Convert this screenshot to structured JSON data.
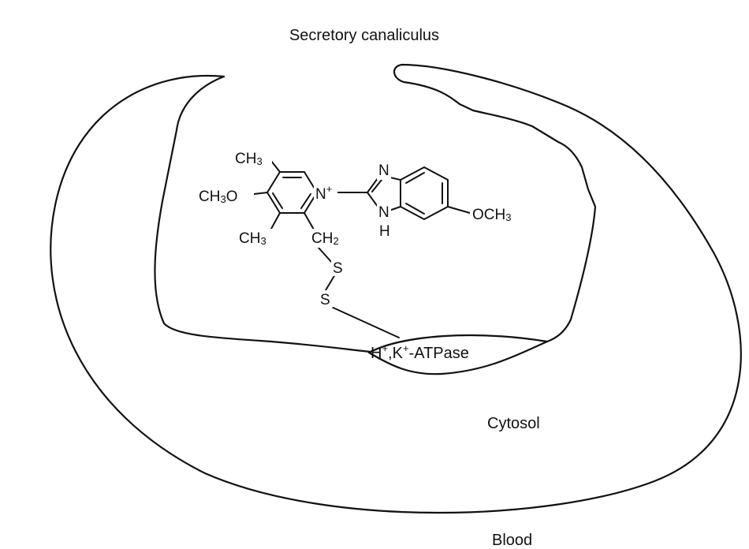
{
  "labels": {
    "secretory_canaliculus": "Secretory canaliculus",
    "cytosol": "Cytosol",
    "blood": "Blood",
    "enzyme": {
      "h": "H",
      "h_charge": "+",
      "sep": ",K",
      "k_charge": "+",
      "name": "-ATPase"
    }
  },
  "molecule": {
    "ch3_top": {
      "main": "CH",
      "sub": "3"
    },
    "och3_left": {
      "main": "CH",
      "sub": "3",
      "tail": "O"
    },
    "ch3_bottom": {
      "main": "CH",
      "sub": "3"
    },
    "ch2": {
      "main": "CH",
      "sub": "2"
    },
    "n_plus": {
      "main": "N",
      "charge": "+"
    },
    "n_top": "N",
    "nh_n": "N",
    "nh_h": "H",
    "och3_right": {
      "main": "OCH",
      "sub": "3"
    },
    "s1": "S",
    "s2": "S"
  }
}
